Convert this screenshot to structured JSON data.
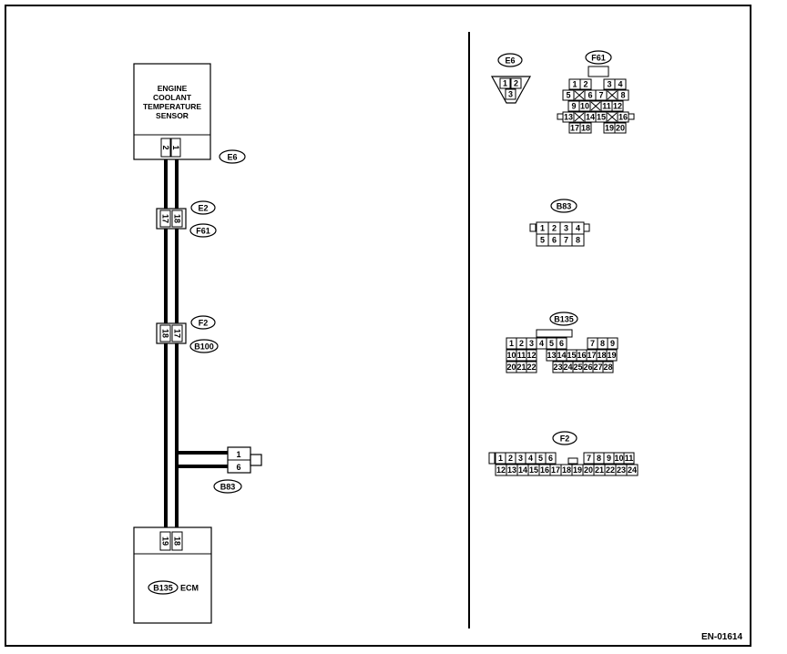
{
  "figure_code": "EN-01614",
  "sensor": {
    "lines": [
      "ENGINE",
      "COOLANT",
      "TEMPERATURE",
      "SENSOR"
    ],
    "pins": [
      "2",
      "1"
    ]
  },
  "ecm": {
    "connector_id": "B135",
    "name": "ECM",
    "pins": [
      "19",
      "18"
    ]
  },
  "wiring": {
    "e6_label": "E6",
    "joint1": {
      "top_label": "E2",
      "bottom_label": "F61",
      "pins": [
        "17",
        "18"
      ]
    },
    "joint2": {
      "top_label": "F2",
      "bottom_label": "B100",
      "pins": [
        "18",
        "17"
      ]
    },
    "b83": {
      "label": "B83",
      "pins": [
        "1",
        "6"
      ]
    }
  },
  "connectors": {
    "e6": {
      "label": "E6",
      "pins": [
        "1",
        "2",
        "3"
      ]
    },
    "f61": {
      "label": "F61",
      "row1": [
        "1",
        "2",
        "3",
        "4"
      ],
      "row2": [
        "5",
        "",
        "6",
        "7",
        "",
        "8"
      ],
      "row3": [
        "9",
        "10",
        "",
        "11",
        "12"
      ],
      "row4": [
        "13",
        "",
        "14",
        "15",
        "",
        "16"
      ],
      "row5": [
        "17",
        "18",
        "19",
        "20"
      ]
    },
    "b83": {
      "label": "B83",
      "top": [
        "1",
        "2",
        "3",
        "4"
      ],
      "bottom": [
        "5",
        "6",
        "7",
        "8"
      ]
    },
    "b135": {
      "label": "B135",
      "top": [
        "1",
        "2",
        "3",
        "4",
        "5",
        "6",
        "7",
        "8",
        "9"
      ],
      "mid": [
        "10",
        "11",
        "12",
        "13",
        "14",
        "15",
        "16",
        "17",
        "18",
        "19"
      ],
      "bottom": [
        "20",
        "21",
        "22",
        "23",
        "24",
        "25",
        "26",
        "27",
        "28"
      ]
    },
    "f2": {
      "label": "F2",
      "top": [
        "1",
        "2",
        "3",
        "4",
        "5",
        "6",
        "7",
        "8",
        "9",
        "10",
        "11"
      ],
      "bottom": [
        "12",
        "13",
        "14",
        "15",
        "16",
        "17",
        "18",
        "19",
        "20",
        "21",
        "22",
        "23",
        "24"
      ]
    }
  }
}
